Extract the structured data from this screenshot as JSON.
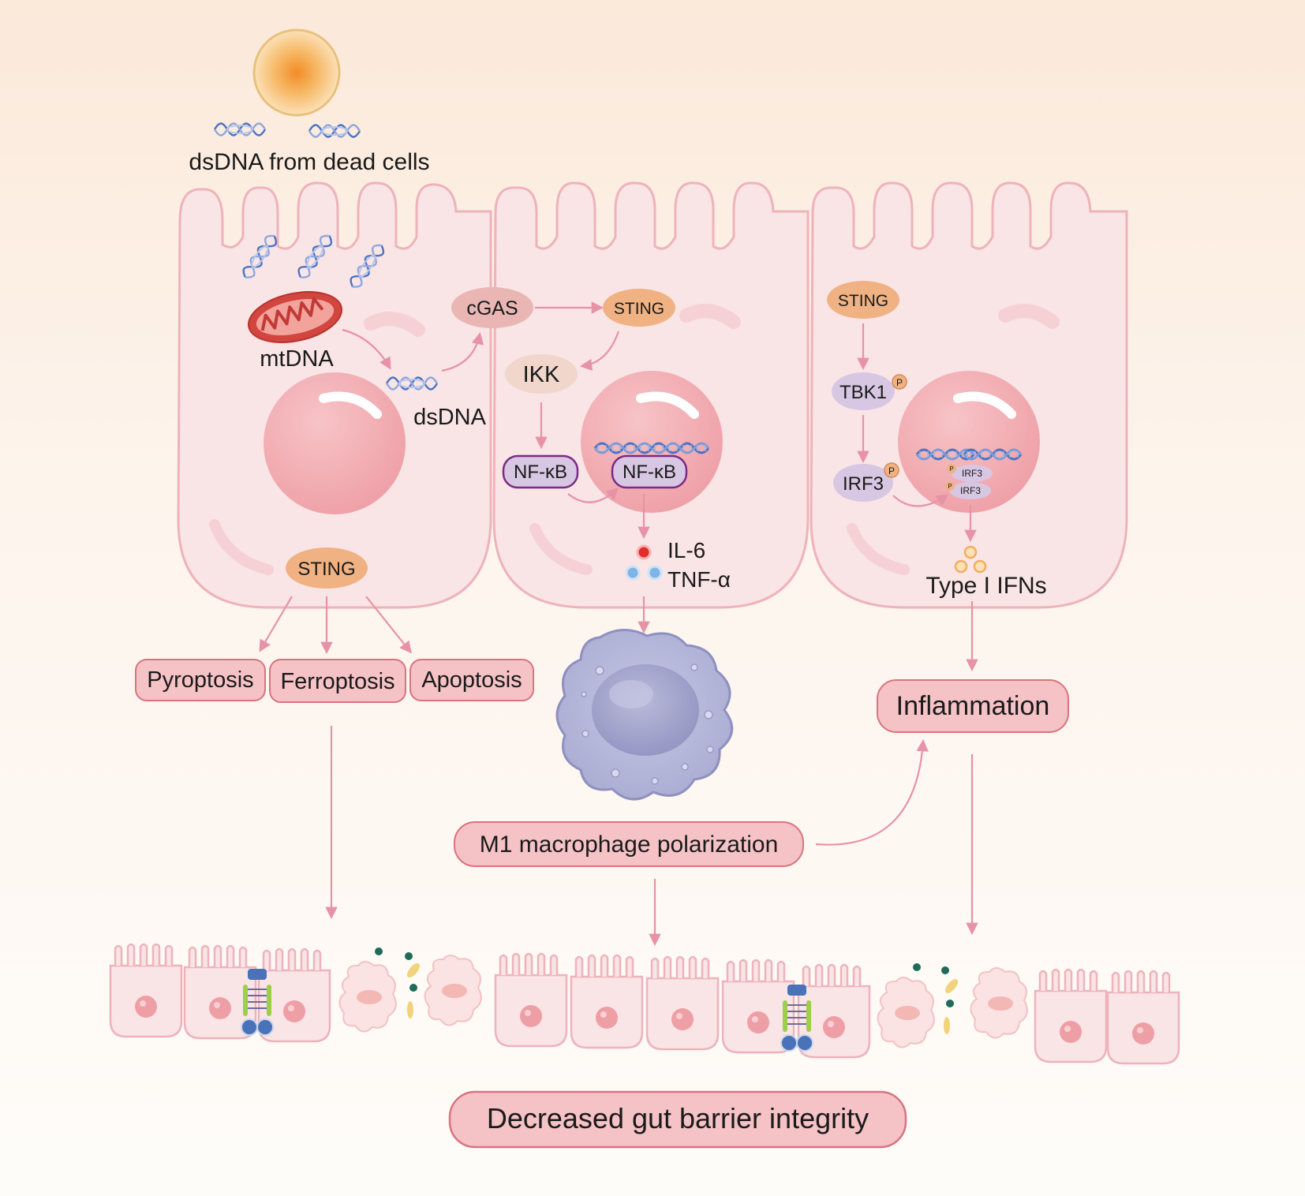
{
  "labels": {
    "dsdna_dead_cells": "dsDNA from dead cells",
    "mtdna": "mtDNA",
    "dsdna": "dsDNA",
    "cgas": "cGAS",
    "sting_mid": "STING",
    "ikk": "IKK",
    "nfkb_cyto": "NF-κB",
    "nfkb_nuc": "NF-κB",
    "il6": "IL-6",
    "tnfa": "TNF-α",
    "sting_left": "STING",
    "sting_right": "STING",
    "tbk1": "TBK1",
    "irf3": "IRF3",
    "irf3_nuc_1": "IRF3",
    "irf3_nuc_2": "IRF3",
    "phospho": "P",
    "type1_ifns": "Type I IFNs"
  },
  "outcomes": {
    "pyroptosis": "Pyroptosis",
    "ferroptosis": "Ferroptosis",
    "apoptosis": "Apoptosis",
    "inflammation": "Inflammation",
    "m1_polarization": "M1 macrophage polarization",
    "gut_barrier": "Decreased gut barrier integrity"
  },
  "colors": {
    "cell_fill": "#f9e4e6",
    "cell_stroke": "#eeb3ba",
    "nucleus": "#f2b3b7",
    "sting_oval": "#f0b283",
    "cgas_oval": "#e9b6b4",
    "ikk_oval": "#f0d6cb",
    "purple_oval": "#d8c7e3",
    "box_fill": "#f5c2c6",
    "box_stroke": "#d9737f",
    "arrow": "#e792a6",
    "dna_blue": "#4d73c4"
  }
}
